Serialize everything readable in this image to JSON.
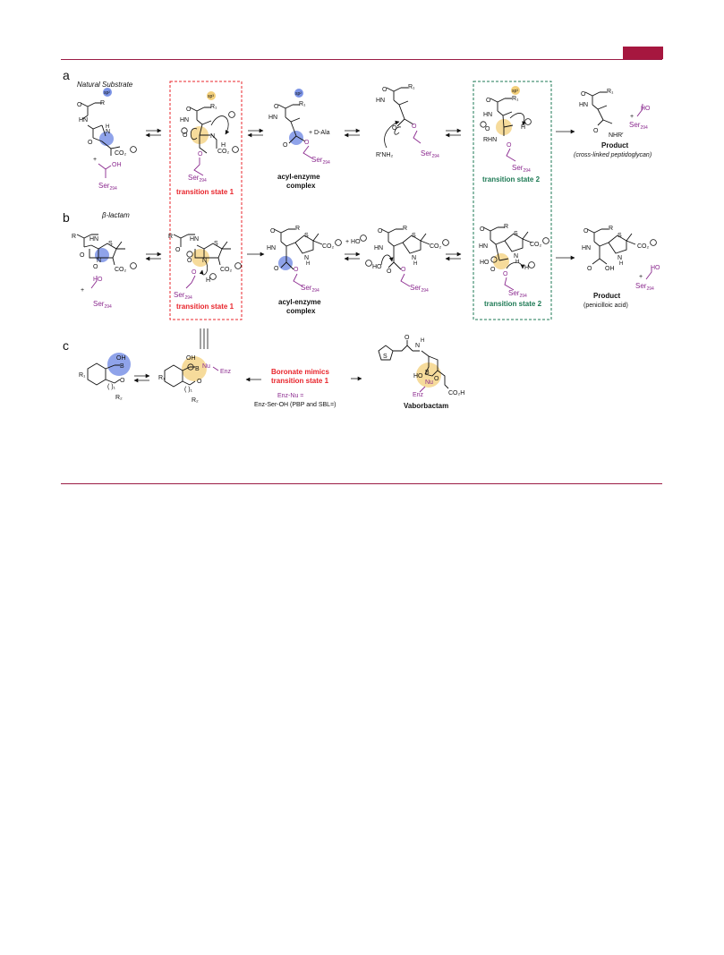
{
  "panels": {
    "a": {
      "letter": "a",
      "title": "Natural Substrate",
      "badge_sp2": "sp²",
      "badge_sp3": "sp³",
      "ts1": "transition state 1",
      "acyl1": "acyl-enzyme",
      "acyl2": "complex",
      "dala": "+ D-Ala",
      "ts2": "transition state 2",
      "product": "Product",
      "product_sub": "(cross-linked peptidoglycan)",
      "ser": "Ser",
      "ser_sub": "294"
    },
    "b": {
      "letter": "b",
      "title": "β-lactam",
      "ts1": "transition state 1",
      "acyl1": "acyl-enzyme",
      "acyl2": "complex",
      "ho_plus": "+ HO",
      "ts2": "transition state 2",
      "product": "Product",
      "product_sub": "(penicilloic acid)"
    },
    "c": {
      "letter": "c",
      "boronate1": "Boronate mimics",
      "boronate2": "transition state 1",
      "enznu": "Enz-Nu =",
      "enzser": "Enz-Ser-OH (PBP and SBL=)",
      "vabor": "Vaborbactam",
      "enz": "Enz",
      "nu": "Nu",
      "co2h": "CO₂H"
    }
  },
  "colors": {
    "accent": "#9b1c45",
    "ts1": "#e8242b",
    "ts2": "#1e7a55",
    "ser": "#8b2a8f",
    "sp2": "#7b93e6",
    "sp3": "#f3cf7a"
  }
}
